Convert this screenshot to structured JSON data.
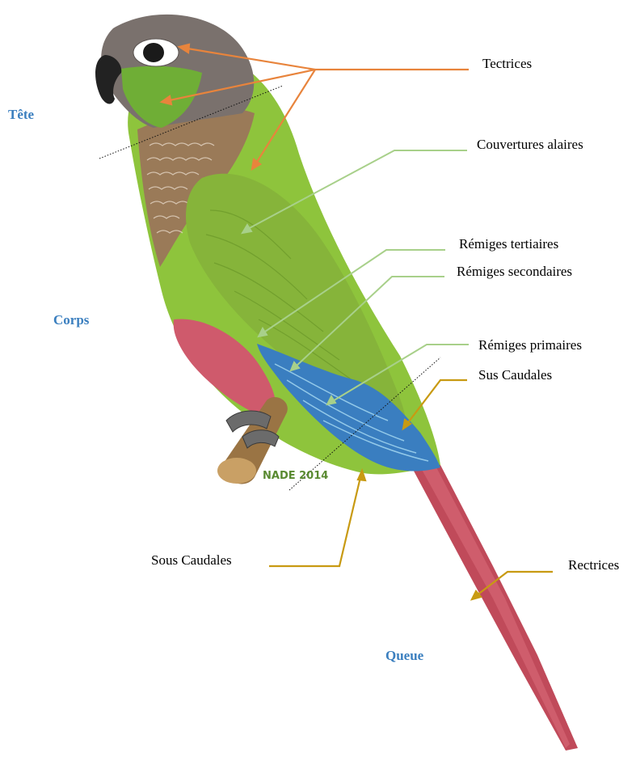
{
  "regions": {
    "head": "Tête",
    "body": "Corps",
    "tail": "Queue"
  },
  "labels": {
    "tectrices": "Tectrices",
    "couvertures_alaires": "Couvertures alaires",
    "remiges_tertiaires": "Rémiges tertiaires",
    "remiges_secondaires": "Rémiges secondaires",
    "remiges_primaires": "Rémiges primaires",
    "sus_caudales": "Sus Caudales",
    "sous_caudales": "Sous Caudales",
    "rectrices": "Rectrices"
  },
  "credit": "NADE 2014",
  "colors": {
    "region_text": "#3b7fbf",
    "credit_text": "#5a8a32",
    "orange_leader": "#e8843c",
    "green_leader": "#a8d08a",
    "gold_leader": "#c89a12",
    "head_grey": "#7a716d",
    "body_green": "#8ec43c",
    "wing_green": "#86b43a",
    "breast_brown": "#9a7a58",
    "belly_red": "#cf5a6c",
    "flight_blue": "#3a7ec0",
    "tail_red": "#c04a5a"
  }
}
